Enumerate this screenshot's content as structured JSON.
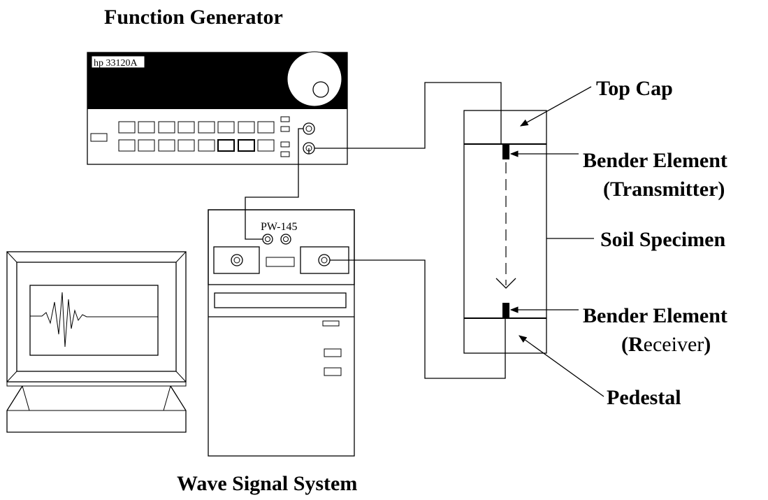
{
  "labels": {
    "function_generator": "Function Generator",
    "generator_model": "hp 33120A",
    "wave_signal_system": "Wave Signal System",
    "pulser_model": "PW-145",
    "top_cap": "Top Cap",
    "bender_top_line1": "Bender Element",
    "bender_top_line2": "(Transmitter)",
    "soil_specimen": "Soil Specimen",
    "bender_bottom_line1": "Bender Element",
    "bender_bottom_line2_open": "(",
    "bender_bottom_line2_r": "R",
    "bender_bottom_line2_rest": "eceiver",
    "bender_bottom_line2_close": ")",
    "pedestal": "Pedestal"
  },
  "colors": {
    "stroke": "#000000",
    "generator_panel": "#000000",
    "background": "#ffffff"
  }
}
